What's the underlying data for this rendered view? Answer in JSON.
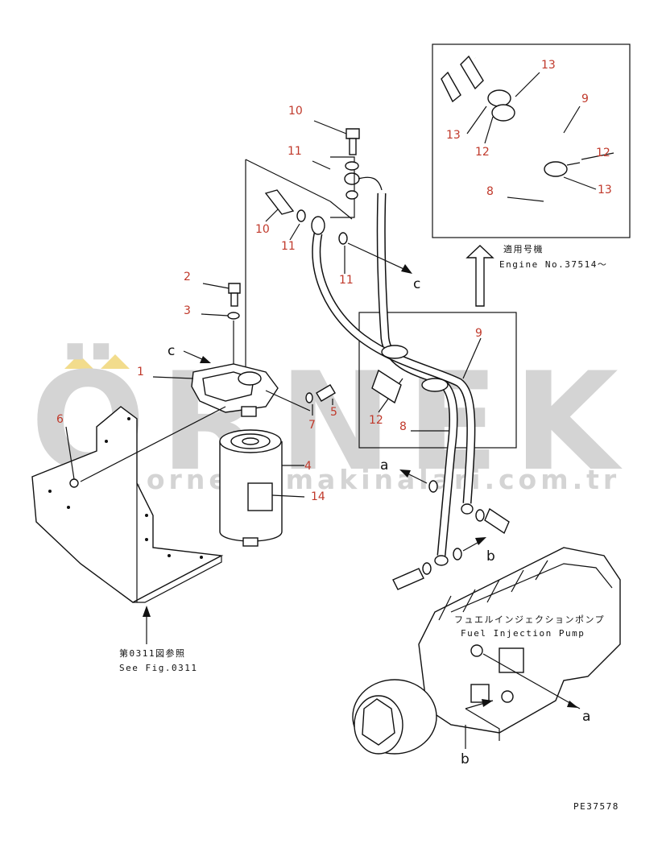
{
  "watermark": {
    "brand": "ÖRNEK",
    "url": "www.ornekismakinalari.com.tr",
    "dots_color": "#f2dc8c",
    "text_color": "#d4d4d4"
  },
  "callouts": {
    "c1": "1",
    "c2": "2",
    "c3": "3",
    "c4": "4",
    "c5": "5",
    "c6": "6",
    "c7": "7",
    "c8": "8",
    "c9": "9",
    "c10a": "10",
    "c10b": "10",
    "c11a": "11",
    "c11b": "11",
    "c11c": "11",
    "c12": "12",
    "c14": "14"
  },
  "inset_callouts": {
    "c13a": "13",
    "c13b": "13",
    "c13c": "13",
    "c9": "9",
    "c12a": "12",
    "c12b": "12",
    "c8": "8"
  },
  "mid_callouts": {
    "c9": "9",
    "c12": "12",
    "c8": "8"
  },
  "letters": {
    "c_top": "c",
    "c_left": "c",
    "a_mid": "a",
    "b_mid": "b",
    "a_pump": "a",
    "b_pump": "b"
  },
  "notes": {
    "engine_jp": "適用号機",
    "engine_en": "Engine No.37514～",
    "pump_jp": "フュエルインジェクションポンプ",
    "pump_en": "Fuel Injection Pump",
    "fig_jp": "第0311図参照",
    "fig_en": "See Fig.0311",
    "code": "PE37578"
  },
  "colors": {
    "callout": "#c0392b",
    "line": "#111111"
  }
}
